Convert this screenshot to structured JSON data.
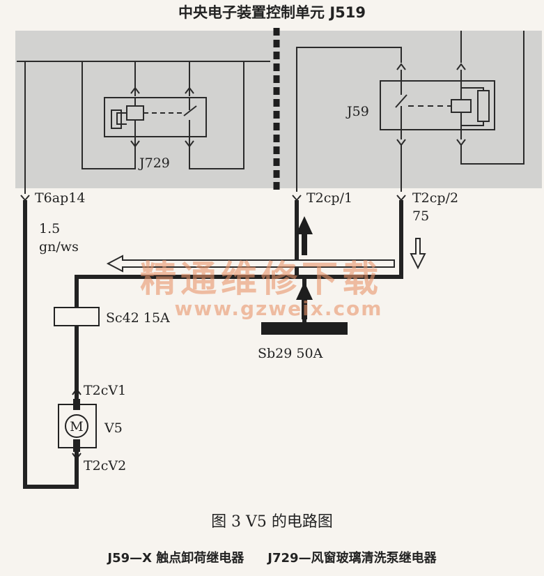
{
  "title": "中央电子装置控制单元 J519",
  "labels": {
    "j729": "J729",
    "j59": "J59",
    "t6ap14": "T6ap14",
    "wire_size": "1.5",
    "wire_color": "gn/ws",
    "t2cp1": "T2cp/1",
    "t2cp2": "T2cp/2",
    "t2cp2_num": "75",
    "sc42": "Sc42 15A",
    "sb29": "Sb29 50A",
    "t2cv1": "T2cV1",
    "t2cv2": "T2cV2",
    "motor_symbol": "M",
    "v5": "V5"
  },
  "watermark": {
    "text": "精通维修下载",
    "url": "www.gzweix.com",
    "color": "#e8956a"
  },
  "caption": "图 3  V5 的电路图",
  "legend": [
    "J59—X 触点卸荷继电器",
    "J729—风窗玻璃清洗泵继电器"
  ],
  "colors": {
    "module_bg": "#d2d2d0",
    "line": "#2a2a2a"
  }
}
